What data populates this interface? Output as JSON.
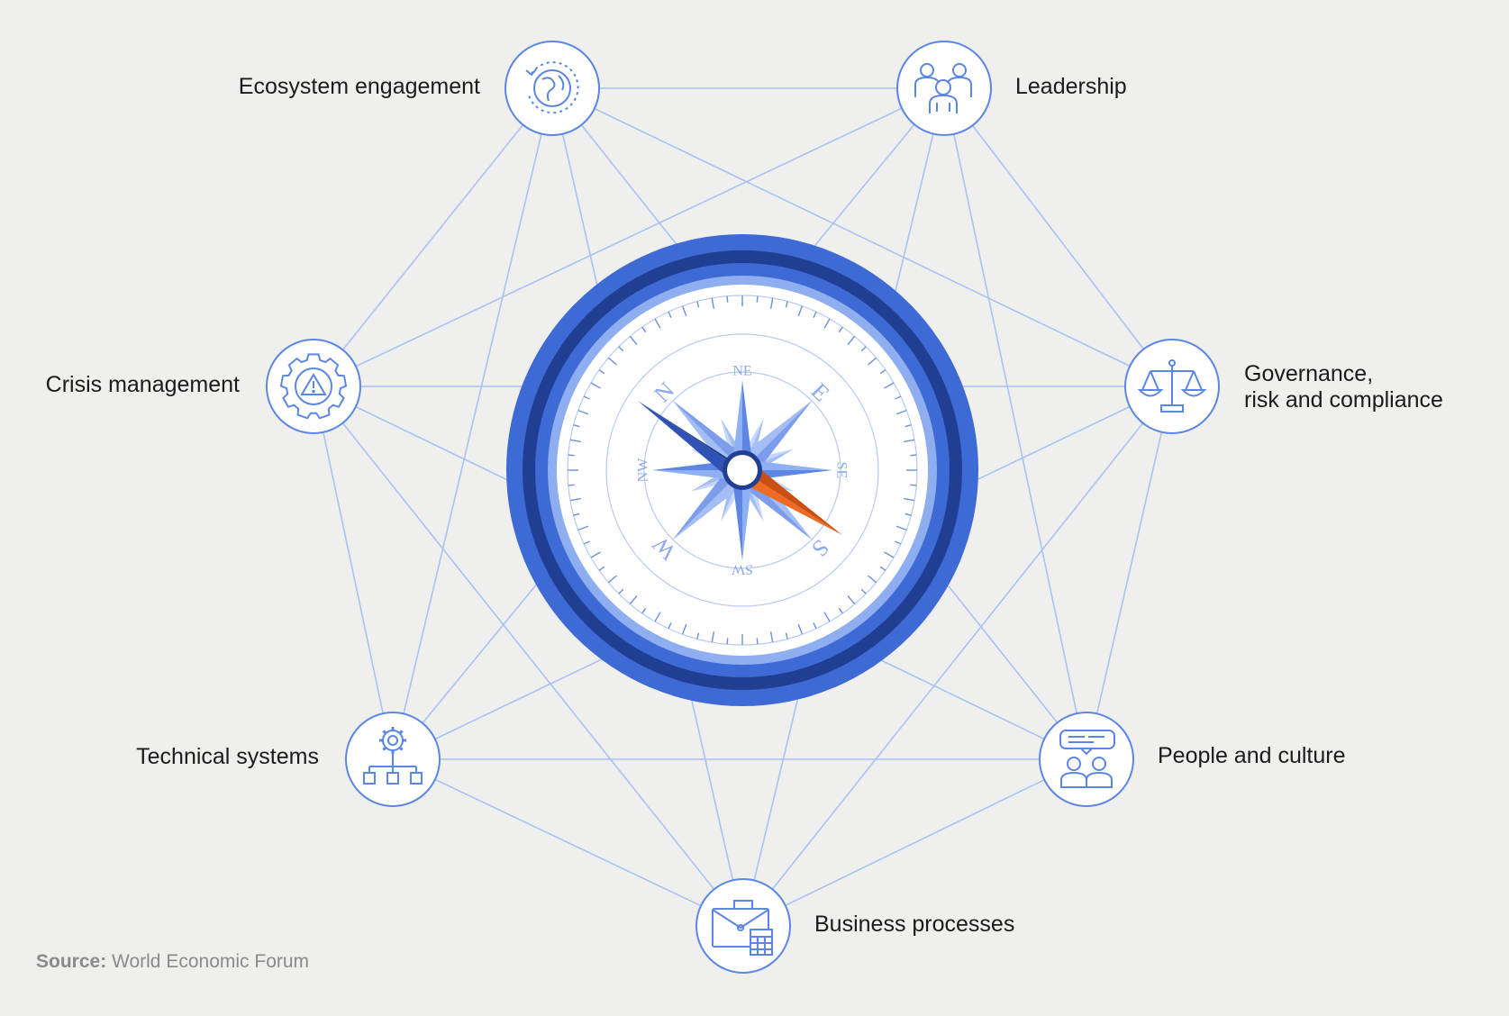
{
  "nodes": [
    {
      "id": "ecosystem",
      "label": "Ecosystem engagement",
      "icon": "globe-refresh-icon"
    },
    {
      "id": "leadership",
      "label": "Leadership",
      "icon": "people-group-icon"
    },
    {
      "id": "governance",
      "label_line1": "Governance,",
      "label_line2": "risk and compliance",
      "icon": "scales-icon"
    },
    {
      "id": "people",
      "label": "People and culture",
      "icon": "chat-people-icon"
    },
    {
      "id": "business",
      "label": "Business processes",
      "icon": "briefcase-calculator-icon"
    },
    {
      "id": "technical",
      "label": "Technical systems",
      "icon": "gear-hierarchy-icon"
    },
    {
      "id": "crisis",
      "label": "Crisis management",
      "icon": "gear-warning-icon"
    }
  ],
  "compass": {
    "cardinals": [
      "N",
      "E",
      "S",
      "W"
    ],
    "intercardinals": [
      "NE",
      "SE",
      "SW",
      "NW"
    ]
  },
  "source": {
    "label": "Source:",
    "text": "World Economic Forum"
  },
  "colors": {
    "background": "#efefee",
    "line": "#a9c2f3",
    "node_stroke": "#5b86e3",
    "ring_outer": "#3e6ad6",
    "ring_dark": "#203f93",
    "ring_light": "#a9c2f3",
    "needle_north": "#1c3c8e",
    "needle_south": "#e8601c"
  }
}
